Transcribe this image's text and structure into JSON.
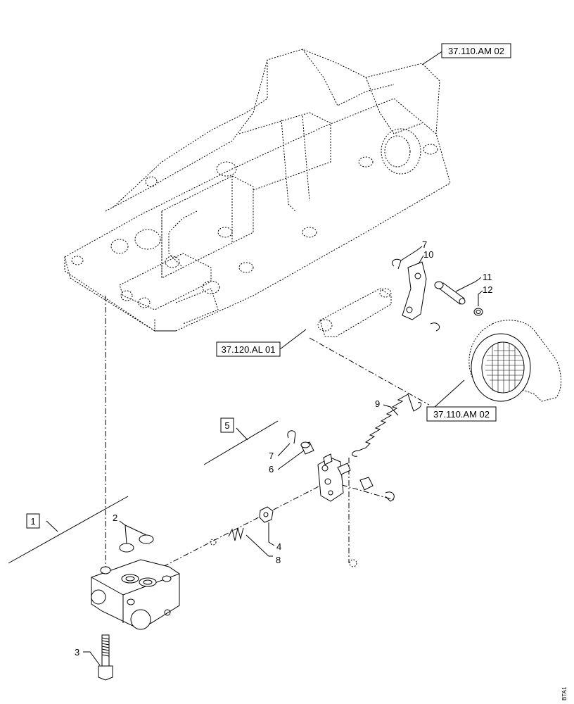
{
  "refs": {
    "ref_top": "37.110.AM 02",
    "ref_mid": "37.120.AL 01",
    "ref_right": "37.110.AM 02"
  },
  "groups": {
    "g1": "1",
    "g5": "5"
  },
  "items": {
    "n2": "2",
    "n3": "3",
    "n4": "4",
    "n6": "6",
    "n7a": "7",
    "n7b": "7",
    "n8": "8",
    "n9": "9",
    "n10": "10",
    "n11": "11",
    "n12": "12"
  },
  "watermark": "BTA1"
}
